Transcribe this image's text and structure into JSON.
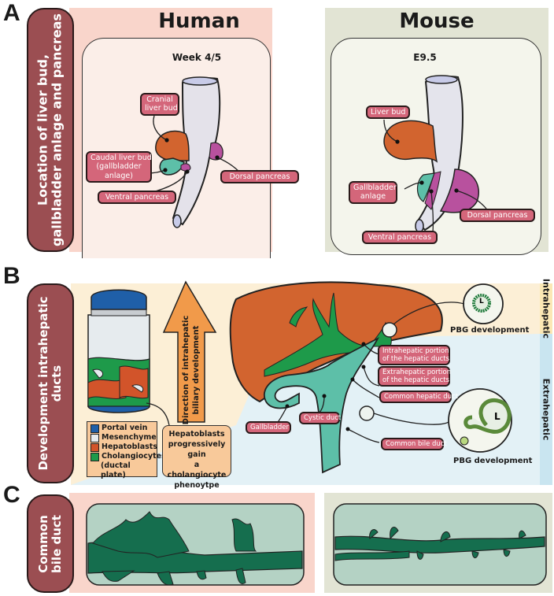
{
  "panels": {
    "a": {
      "letter": "A",
      "side_label_line1": "Location of liver bud,",
      "side_label_line2": "gallbladder anlage and pancreas",
      "human": {
        "title": "Human",
        "stage": "Week 4/5",
        "labels": {
          "cranial_liver_bud_1": "Cranial",
          "cranial_liver_bud_2": "liver bud",
          "caudal_liver_bud_1": "Caudal liver bud",
          "caudal_liver_bud_2": "(gallbladder",
          "caudal_liver_bud_3": "anlage)",
          "ventral_pancreas": "Ventral pancreas",
          "dorsal_pancreas": "Dorsal pancreas"
        }
      },
      "mouse": {
        "title": "Mouse",
        "stage": "E9.5",
        "labels": {
          "liver_bud": "Liver bud",
          "gallbladder_anlage_1": "Gallbladder",
          "gallbladder_anlage_2": "anlage",
          "ventral_pancreas": "Ventral pancreas",
          "dorsal_pancreas": "Dorsal pancreas"
        }
      }
    },
    "b": {
      "letter": "B",
      "side_label_line1": "Development intrahepatic",
      "side_label_line2": "ducts",
      "legend": [
        {
          "label": "Portal vein",
          "color": "#1f5fa8"
        },
        {
          "label": "Mesenchyme",
          "color": "#e6ebee"
        },
        {
          "label": "Hepatoblasts",
          "color": "#d2542a"
        },
        {
          "label": "Cholangiocytes",
          "color": "#1e9a4a"
        },
        {
          "label": "(ductal plate)",
          "color": null
        }
      ],
      "arrow_label_line1": "Direction of intrahepatic",
      "arrow_label_line2": "biliary development",
      "note_lines": [
        "Hepatoblasts",
        "progressively gain",
        "a cholangiocyte",
        "phenoytpe"
      ],
      "duct_labels": {
        "intrahepatic_1": "Intrahepatic portion",
        "intrahepatic_2": "of the hepatic ducts",
        "extrahepatic_1": "Extrahepatic portion",
        "extrahepatic_2": "of the hepatic ducts",
        "common_hepatic": "Common hepatic duct",
        "common_bile": "Common bile duct",
        "cystic": "Cystic duct",
        "gallbladder": "Gallbladder"
      },
      "pbg_top": "PBG development",
      "pbg_bottom": "PBG development",
      "lumen_letter": "L",
      "zone_intrahepatic": "Intrahepatic",
      "zone_extrahepatic": "Extrahepatic"
    },
    "c": {
      "letter": "C",
      "side_label_line1": "Common",
      "side_label_line2": "bile duct"
    }
  },
  "colors": {
    "side_tab": "#9b4e52",
    "human_bg": "#f9d5cb",
    "mouse_bg": "#e2e4d4",
    "liver": "#d2642f",
    "duct_teal": "#5dbfa8",
    "ductal_green": "#1e9a4a",
    "pancreas_magenta": "#b8519e",
    "label_pink": "#d4667a",
    "cbd_dark": "#156e4e",
    "cbd_bg": "#b4d2c4"
  }
}
